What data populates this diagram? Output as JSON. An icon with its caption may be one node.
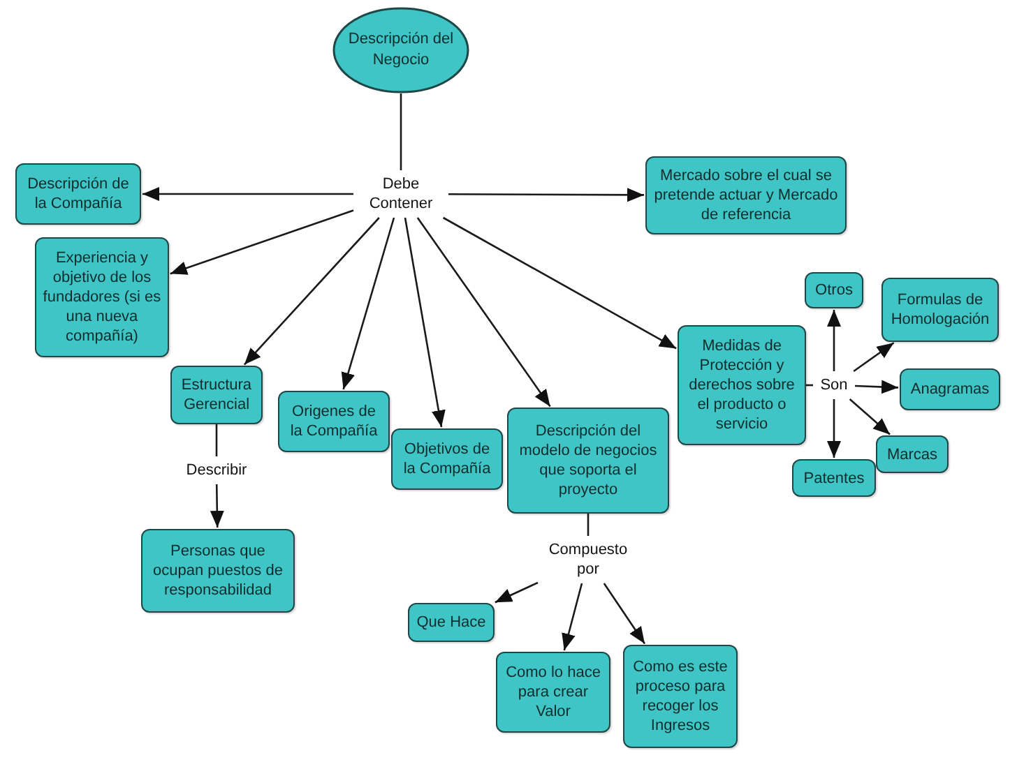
{
  "diagram": {
    "nodes": [
      {
        "text": [
          "Descripción del Negocio"
        ]
      },
      {
        "text": [
          "Debe Contener"
        ]
      },
      {
        "text": [
          "Descripción de la Compañía"
        ]
      },
      {
        "text": [
          "Mercado sobre el cual se pretende actuar y Mercado de referencia"
        ]
      },
      {
        "text": [
          "Experiencia y objetivo de los fundadores (si es una nueva compañía)"
        ]
      },
      {
        "text": [
          "Estructura Gerencial"
        ]
      },
      {
        "text": [
          "Origenes de la Compañía"
        ]
      },
      {
        "text": [
          "Objetivos de la Compañía"
        ]
      },
      {
        "text": [
          "Descripción del modelo de negocios que soporta el proyecto"
        ]
      },
      {
        "text": [
          "Medidas de Protección y derechos sobre el producto o servicio"
        ]
      },
      {
        "text": [
          "Son"
        ]
      },
      {
        "text": [
          "Otros"
        ]
      },
      {
        "text": [
          "Formulas de Homologación"
        ]
      },
      {
        "text": [
          "Anagramas"
        ]
      },
      {
        "text": [
          "Marcas"
        ]
      },
      {
        "text": [
          "Patentes"
        ]
      },
      {
        "text": [
          "Describir"
        ]
      },
      {
        "text": [
          "Personas que ocupan puestos de responsabilidad"
        ]
      },
      {
        "text": [
          "Compuesto por"
        ]
      },
      {
        "text": [
          "Que Hace"
        ]
      },
      {
        "text": [
          "Como lo hace para crear Valor"
        ]
      },
      {
        "text": [
          "Como es este proceso para recoger los Ingresos"
        ]
      }
    ],
    "edges": [
      {
        "from": 0,
        "to": 1,
        "arrow": "none"
      },
      {
        "from": 1,
        "to": 2,
        "arrow": "to"
      },
      {
        "from": 1,
        "to": 3,
        "arrow": "to"
      },
      {
        "from": 1,
        "to": 4,
        "arrow": "to"
      },
      {
        "from": 1,
        "to": 5,
        "arrow": "to"
      },
      {
        "from": 1,
        "to": 6,
        "arrow": "to"
      },
      {
        "from": 1,
        "to": 7,
        "arrow": "to"
      },
      {
        "from": 1,
        "to": 8,
        "arrow": "to"
      },
      {
        "from": 1,
        "to": 9,
        "arrow": "to"
      },
      {
        "from": 9,
        "to": 10,
        "arrow": "none"
      },
      {
        "from": 10,
        "to": 11,
        "arrow": "to"
      },
      {
        "from": 10,
        "to": 12,
        "arrow": "to"
      },
      {
        "from": 10,
        "to": 13,
        "arrow": "to"
      },
      {
        "from": 10,
        "to": 14,
        "arrow": "to"
      },
      {
        "from": 10,
        "to": 15,
        "arrow": "to"
      },
      {
        "from": 5,
        "to": 16,
        "arrow": "none"
      },
      {
        "from": 16,
        "to": 17,
        "arrow": "to"
      },
      {
        "from": 8,
        "to": 18,
        "arrow": "none"
      },
      {
        "from": 18,
        "to": 19,
        "arrow": "to"
      },
      {
        "from": 18,
        "to": 20,
        "arrow": "to"
      },
      {
        "from": 18,
        "to": 21,
        "arrow": "to"
      }
    ]
  }
}
